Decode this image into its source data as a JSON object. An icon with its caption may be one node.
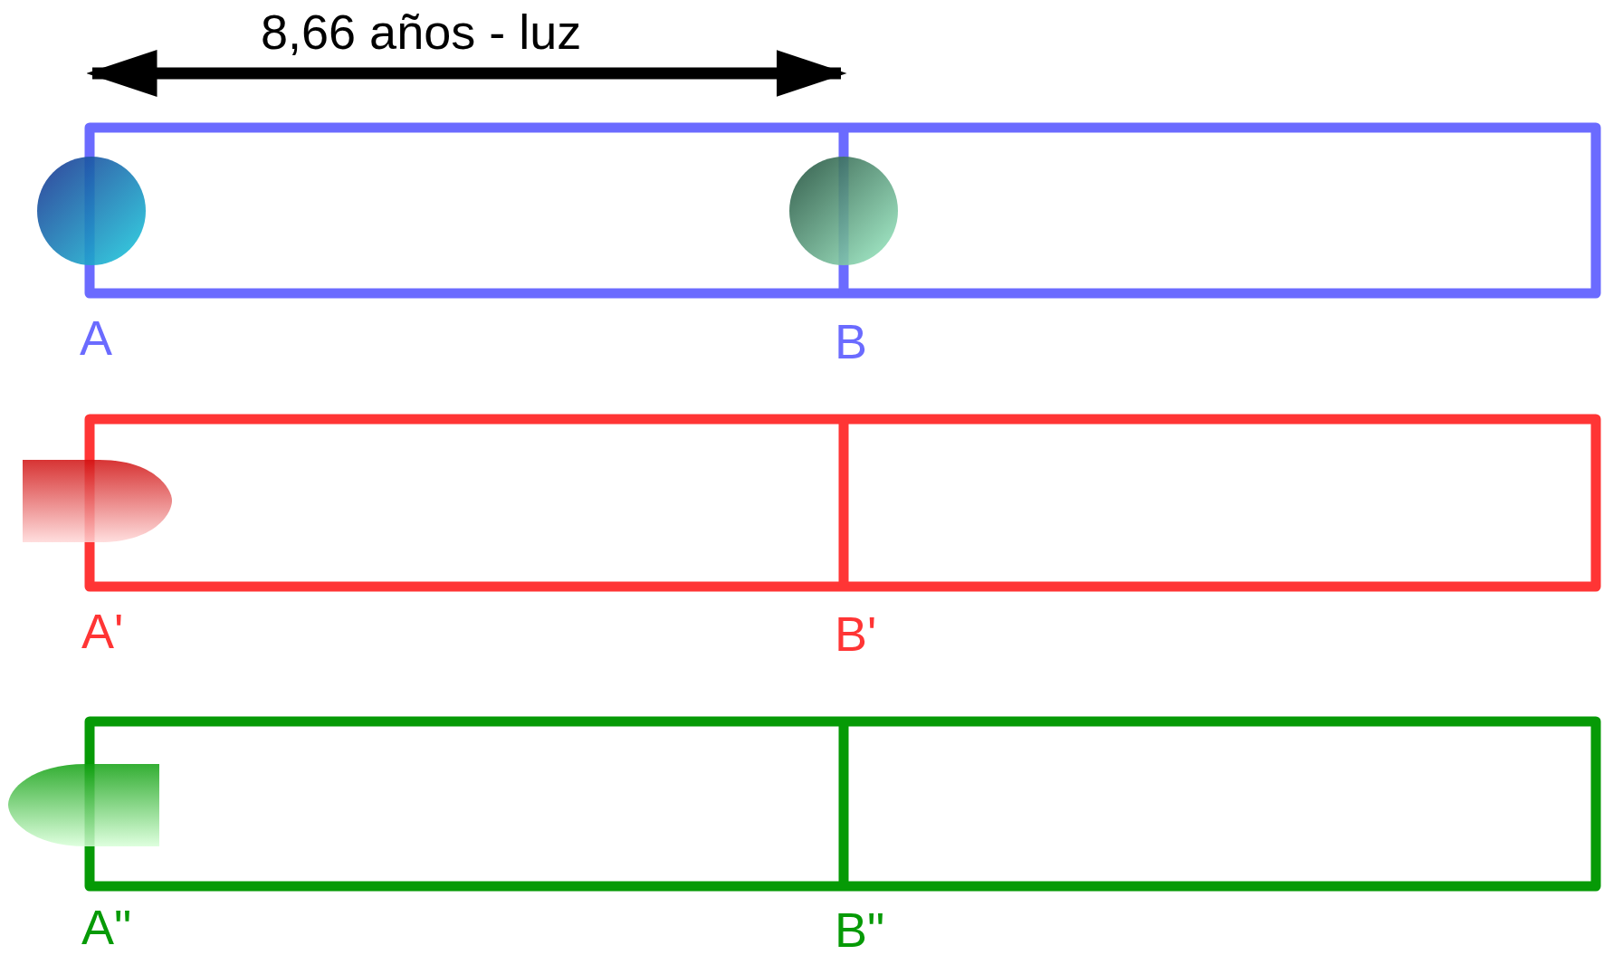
{
  "diagram": {
    "labels": [
      "8,66 años - luz",
      "A",
      "B",
      "A'",
      "B'",
      "A\"",
      "B\""
    ]
  }
}
